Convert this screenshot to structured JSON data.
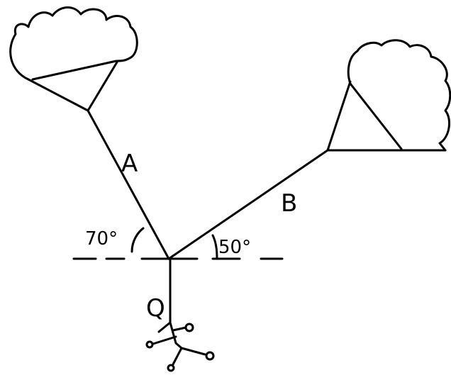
{
  "diagram": {
    "labels": {
      "rope_a": "A",
      "rope_b": "B",
      "load": "Q",
      "angle_a": "70°",
      "angle_b": "50°"
    },
    "colors": {
      "ink": "#000000",
      "background": "#ffffff"
    },
    "icons": [
      "balloon-left-icon",
      "balloon-right-icon",
      "stick-figure-icon"
    ]
  }
}
